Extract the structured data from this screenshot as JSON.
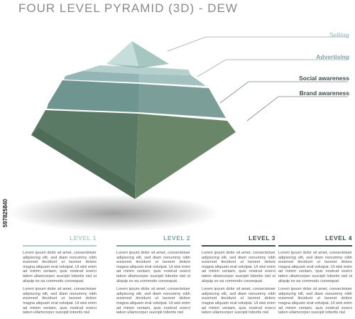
{
  "title": "FOUR LEVEL PYRAMID (3D) - DEW",
  "callouts": [
    "Selling",
    "Advertising",
    "Social awareness",
    "Brand awareness"
  ],
  "levels": [
    {
      "label": "LEVEL 1",
      "color": "#a9cbcc"
    },
    {
      "label": "LEVEL 2",
      "color": "#7fa2a6"
    },
    {
      "label": "LEVEL 3",
      "color": "#3f4e50"
    },
    {
      "label": "LEVEL 4",
      "color": "#3f4e50"
    }
  ],
  "lorem_a": "Lorem ipsum dolor sit amet, consectetuer adipiscing elit, sed diam nonummy nibh euismod tincidunt ut laoreet dolore magna aliquam erat volutpat. Ut wisi enim ad minim veniam, quis nostrud exerci tation ullamcorper suscipit lobortis nisl ut aliquip ex ea commodo consequat.",
  "lorem_b": "Lorem ipsum dolor sit amet, consectetuer adipiscing elit, sed diam nonummy nibh euismod tincidunt ut laoreet dolore magna aliquam erat volutpat. Ut wisi enim ad minim veniam, quis nostrud exerci tation ullamcorper suscipit lobortis nisl",
  "watermark_id": "597825840",
  "colors": {
    "tier1": "#b8d6d3",
    "tier2": "#93b5b5",
    "tier3": "#6f9591",
    "tier4": "#4f6d5b"
  }
}
